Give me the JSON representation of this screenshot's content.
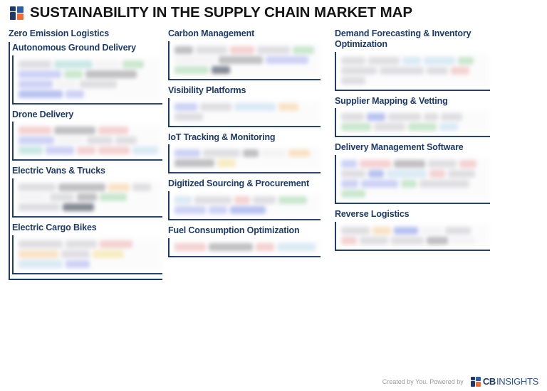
{
  "header": {
    "title": "SUSTAINABILITY IN THE SUPPLY CHAIN MARKET MAP",
    "logo_icon": "cb-insights-logo-icon"
  },
  "footer": {
    "credit": "Created by You. Powered by",
    "brand_bold": "CB",
    "brand_light": "INSIGHTS",
    "logo_icon": "cb-insights-logo-icon"
  },
  "theme": {
    "navy": "#1d3a68",
    "accent_orange": "#ef6c33",
    "accent_blue": "#2a5ea8",
    "title_color": "#151515",
    "footer_text": "#9a9a9e"
  },
  "columns": [
    {
      "id": "col-1",
      "group_title": "Zero Emission Logistics",
      "categories": [
        {
          "title": "Autonomous Ground Delivery",
          "logos": [
            {
              "w": 46,
              "tint": "t-grey"
            },
            {
              "w": 54,
              "tint": "t-teal"
            },
            {
              "w": 34,
              "tint": "t-white"
            },
            {
              "w": 30,
              "tint": "t-green"
            },
            {
              "w": 60,
              "tint": "t-blue"
            },
            {
              "w": 26,
              "tint": "t-green"
            },
            {
              "w": 72,
              "tint": "t-dgrey"
            },
            {
              "w": 48,
              "tint": "t-blue"
            },
            {
              "w": 30,
              "tint": "t-white"
            },
            {
              "w": 52,
              "tint": "t-grey"
            },
            {
              "w": 62,
              "tint": "t-blue2"
            },
            {
              "w": 26,
              "tint": "t-blue"
            }
          ]
        },
        {
          "title": "Drone Delivery",
          "logos": [
            {
              "w": 46,
              "tint": "t-red"
            },
            {
              "w": 58,
              "tint": "t-dgrey"
            },
            {
              "w": 42,
              "tint": "t-red"
            },
            {
              "w": 50,
              "tint": "t-blue"
            },
            {
              "w": 38,
              "tint": "t-white"
            },
            {
              "w": 36,
              "tint": "t-grey"
            },
            {
              "w": 30,
              "tint": "t-grey"
            },
            {
              "w": 34,
              "tint": "t-teal"
            },
            {
              "w": 40,
              "tint": "t-blue"
            },
            {
              "w": 26,
              "tint": "t-red"
            },
            {
              "w": 44,
              "tint": "t-red"
            },
            {
              "w": 36,
              "tint": "t-ltblue"
            }
          ]
        },
        {
          "title": "Electric Vans & Trucks",
          "logos": [
            {
              "w": 52,
              "tint": "t-grey"
            },
            {
              "w": 66,
              "tint": "t-dgrey"
            },
            {
              "w": 30,
              "tint": "t-orange"
            },
            {
              "w": 26,
              "tint": "t-grey"
            },
            {
              "w": 40,
              "tint": "t-white"
            },
            {
              "w": 34,
              "tint": "t-grey"
            },
            {
              "w": 28,
              "tint": "t-dgrey"
            },
            {
              "w": 38,
              "tint": "t-green"
            },
            {
              "w": 58,
              "tint": "t-grey"
            },
            {
              "w": 44,
              "tint": "t-dark"
            }
          ]
        },
        {
          "title": "Electric Cargo Bikes",
          "logos": [
            {
              "w": 62,
              "tint": "t-grey"
            },
            {
              "w": 44,
              "tint": "t-grey"
            },
            {
              "w": 46,
              "tint": "t-red"
            },
            {
              "w": 56,
              "tint": "t-orange"
            },
            {
              "w": 40,
              "tint": "t-grey"
            },
            {
              "w": 44,
              "tint": "t-yellow"
            },
            {
              "w": 62,
              "tint": "t-ltblue"
            },
            {
              "w": 34,
              "tint": "t-blue"
            }
          ]
        }
      ]
    },
    {
      "id": "col-2",
      "group_title": "",
      "categories": [
        {
          "title": "Carbon Management",
          "logos": [
            {
              "w": 26,
              "tint": "t-dgrey"
            },
            {
              "w": 44,
              "tint": "t-grey"
            },
            {
              "w": 34,
              "tint": "t-red"
            },
            {
              "w": 46,
              "tint": "t-grey"
            },
            {
              "w": 30,
              "tint": "t-green"
            },
            {
              "w": 58,
              "tint": "t-white"
            },
            {
              "w": 62,
              "tint": "t-dgrey"
            },
            {
              "w": 60,
              "tint": "t-blue"
            },
            {
              "w": 48,
              "tint": "t-green"
            },
            {
              "w": 26,
              "tint": "t-dark"
            }
          ]
        },
        {
          "title": "Visibility Platforms",
          "logos": [
            {
              "w": 32,
              "tint": "t-blue"
            },
            {
              "w": 44,
              "tint": "t-grey"
            },
            {
              "w": 58,
              "tint": "t-ltblue"
            },
            {
              "w": 28,
              "tint": "t-orange"
            },
            {
              "w": 40,
              "tint": "t-grey"
            }
          ]
        },
        {
          "title": "IoT Tracking & Monitoring",
          "logos": [
            {
              "w": 36,
              "tint": "t-blue"
            },
            {
              "w": 52,
              "tint": "t-grey"
            },
            {
              "w": 22,
              "tint": "t-dgrey"
            },
            {
              "w": 34,
              "tint": "t-white"
            },
            {
              "w": 30,
              "tint": "t-orange"
            },
            {
              "w": 56,
              "tint": "t-dgrey"
            },
            {
              "w": 26,
              "tint": "t-yellow"
            }
          ]
        },
        {
          "title": "Digitized Sourcing & Procurement",
          "logos": [
            {
              "w": 24,
              "tint": "t-ltblue"
            },
            {
              "w": 52,
              "tint": "t-grey"
            },
            {
              "w": 22,
              "tint": "t-red"
            },
            {
              "w": 32,
              "tint": "t-grey"
            },
            {
              "w": 40,
              "tint": "t-green"
            },
            {
              "w": 44,
              "tint": "t-blue"
            },
            {
              "w": 26,
              "tint": "t-blue"
            },
            {
              "w": 50,
              "tint": "t-blue2"
            }
          ]
        },
        {
          "title": "Fuel Consumption Optimization",
          "logos": [
            {
              "w": 44,
              "tint": "t-red"
            },
            {
              "w": 62,
              "tint": "t-dgrey"
            },
            {
              "w": 26,
              "tint": "t-red"
            },
            {
              "w": 54,
              "tint": "t-ltblue"
            }
          ]
        }
      ]
    },
    {
      "id": "col-3",
      "group_title": "",
      "categories": [
        {
          "title": "Demand Forecasting & Inventory Optimization",
          "logos": [
            {
              "w": 34,
              "tint": "t-grey"
            },
            {
              "w": 44,
              "tint": "t-grey"
            },
            {
              "w": 26,
              "tint": "t-ltblue"
            },
            {
              "w": 44,
              "tint": "t-ltblue"
            },
            {
              "w": 22,
              "tint": "t-green"
            },
            {
              "w": 50,
              "tint": "t-grey"
            },
            {
              "w": 62,
              "tint": "t-grey"
            },
            {
              "w": 30,
              "tint": "t-grey"
            },
            {
              "w": 26,
              "tint": "t-red"
            },
            {
              "w": 34,
              "tint": "t-grey"
            }
          ]
        },
        {
          "title": "Supplier Mapping & Vetting",
          "logos": [
            {
              "w": 32,
              "tint": "t-grey"
            },
            {
              "w": 26,
              "tint": "t-blue2"
            },
            {
              "w": 46,
              "tint": "t-grey"
            },
            {
              "w": 20,
              "tint": "t-grey"
            },
            {
              "w": 30,
              "tint": "t-grey"
            },
            {
              "w": 42,
              "tint": "t-green"
            },
            {
              "w": 44,
              "tint": "t-grey"
            },
            {
              "w": 40,
              "tint": "t-green"
            },
            {
              "w": 26,
              "tint": "t-ltblue"
            }
          ]
        },
        {
          "title": "Delivery Management Software",
          "logos": [
            {
              "w": 22,
              "tint": "t-blue"
            },
            {
              "w": 44,
              "tint": "t-red"
            },
            {
              "w": 44,
              "tint": "t-dgrey"
            },
            {
              "w": 40,
              "tint": "t-grey"
            },
            {
              "w": 24,
              "tint": "t-red"
            },
            {
              "w": 34,
              "tint": "t-grey"
            },
            {
              "w": 22,
              "tint": "t-blue2"
            },
            {
              "w": 56,
              "tint": "t-ltblue"
            },
            {
              "w": 22,
              "tint": "t-red"
            },
            {
              "w": 38,
              "tint": "t-grey"
            },
            {
              "w": 24,
              "tint": "t-blue"
            },
            {
              "w": 52,
              "tint": "t-blue"
            },
            {
              "w": 22,
              "tint": "t-green"
            },
            {
              "w": 70,
              "tint": "t-grey"
            },
            {
              "w": 34,
              "tint": "t-green"
            }
          ]
        },
        {
          "title": "Reverse Logistics",
          "logos": [
            {
              "w": 40,
              "tint": "t-grey"
            },
            {
              "w": 26,
              "tint": "t-orange"
            },
            {
              "w": 34,
              "tint": "t-blue2"
            },
            {
              "w": 30,
              "tint": "t-white"
            },
            {
              "w": 36,
              "tint": "t-grey"
            },
            {
              "w": 22,
              "tint": "t-red"
            },
            {
              "w": 40,
              "tint": "t-grey"
            },
            {
              "w": 46,
              "tint": "t-grey"
            },
            {
              "w": 30,
              "tint": "t-dgrey"
            },
            {
              "w": 34,
              "tint": "t-white"
            }
          ]
        }
      ]
    }
  ]
}
